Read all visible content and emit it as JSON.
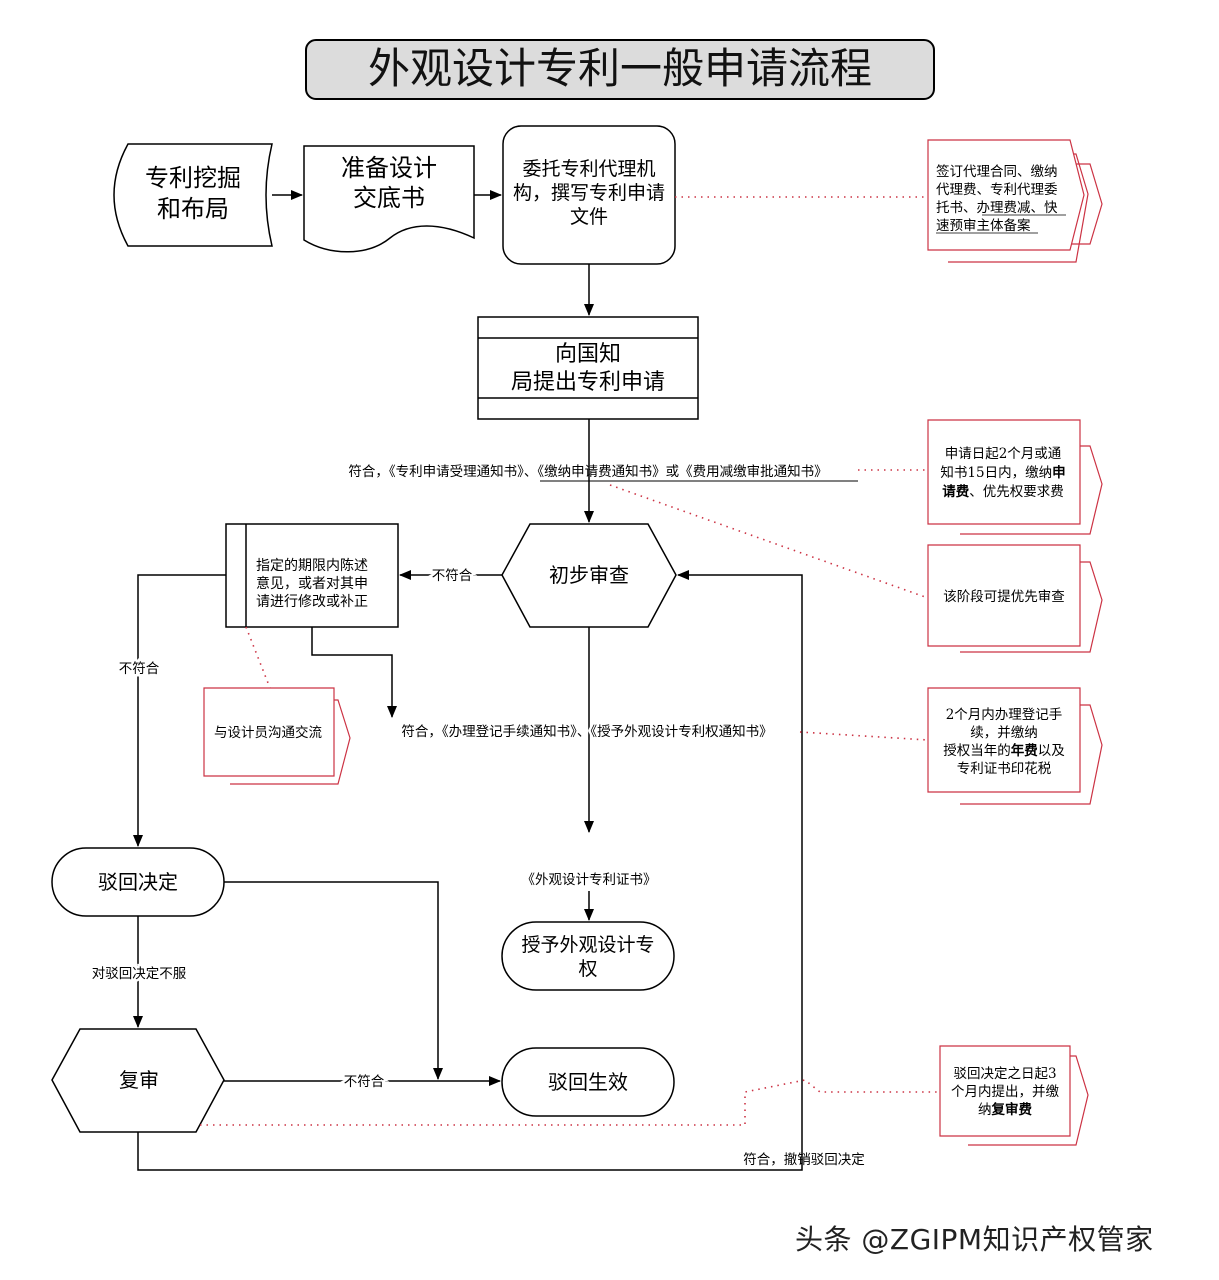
{
  "title": "外观设计专利一般申请流程",
  "nodes": {
    "mining": [
      "专利挖掘",
      "和布局"
    ],
    "prepare": [
      "准备设计",
      "交底书"
    ],
    "agency": [
      "委托专利代理机",
      "构，撰写专利申请",
      "文件"
    ],
    "submit": [
      "向国知",
      "局提出专利申请"
    ],
    "prelim": "初步审查",
    "amend": [
      "指定的期限内陈述",
      "意见，或者对其申",
      "请进行修改或补正"
    ],
    "communicate": "与设计员沟通交流",
    "grant": [
      "授予外观设计专",
      "权"
    ],
    "reject": "驳回决定",
    "review": "复审",
    "reject_effect": "驳回生效"
  },
  "notes": {
    "agency_note": [
      "签订代理合同、缴纳",
      "代理费、专利代理委",
      "托书、办理费减、快",
      "速预审主体备案"
    ],
    "fee_note": [
      [
        {
          "t": "申请日起2个月或通"
        }
      ],
      [
        {
          "t": "知书15日内，缴纳"
        },
        {
          "t": "申",
          "b": true
        }
      ],
      [
        {
          "t": "请费",
          "b": true
        },
        {
          "t": "、优先权要求费"
        }
      ]
    ],
    "priority_note": "该阶段可提优先审查",
    "register_note": [
      [
        {
          "t": "2个月内办理登记手"
        }
      ],
      [
        {
          "t": "续，并缴纳"
        }
      ],
      [
        {
          "t": "授权当年的"
        },
        {
          "t": "年费",
          "b": true
        },
        {
          "t": "以及"
        }
      ],
      [
        {
          "t": "专利证书印花税"
        }
      ]
    ],
    "review_note": [
      [
        {
          "t": "驳回决定之日起3"
        }
      ],
      [
        {
          "t": "个月内提出，并缴"
        }
      ],
      [
        {
          "t": "纳"
        },
        {
          "t": "复审费",
          "b": true
        }
      ]
    ]
  },
  "edge_labels": {
    "accept_notice": "符合，《专利申请受理通知书》、《缴纳申请费通知书》或《费用减缴审批通知书》",
    "not_conform_1": "不符合",
    "not_conform_2": "不符合",
    "register_notice": "符合，《办理登记手续通知书》、《授予外观设计专利权通知书》",
    "certificate": "《外观设计专利证书》",
    "disagree": "对驳回决定不服",
    "not_conform_3": "不符合",
    "revoke": "符合，撤销驳回决定"
  },
  "watermark": "头条 @ZGIPM知识产权管家",
  "colors": {
    "note_border": "#cc3344",
    "title_fill": "#dcdcdc",
    "line": "#000000"
  }
}
